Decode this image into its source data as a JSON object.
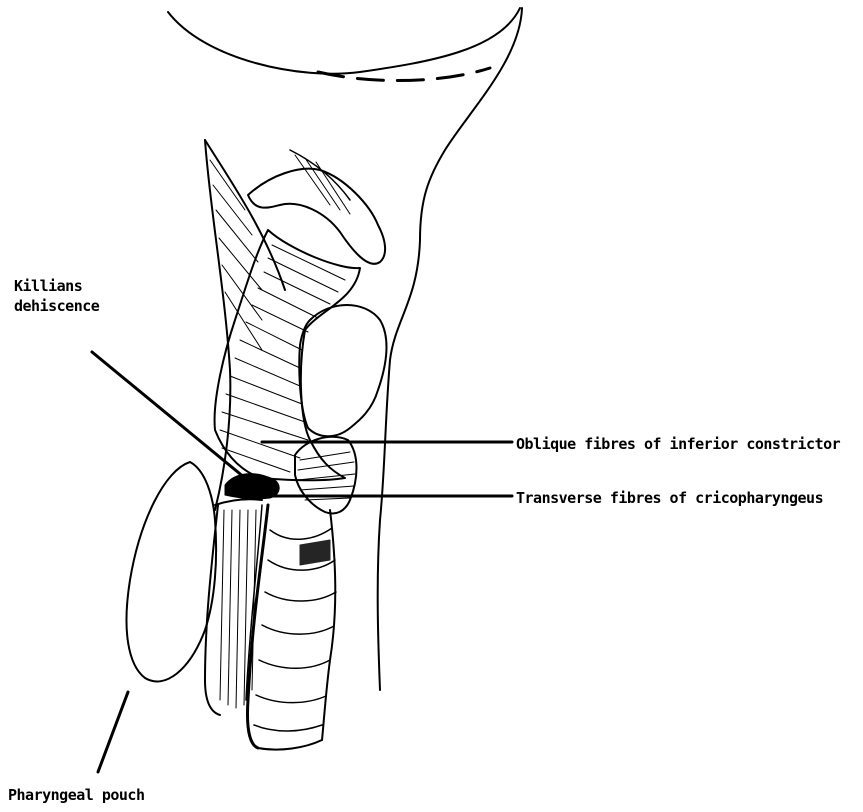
{
  "labels": {
    "killians_line1": "Killians",
    "killians_line2": "dehiscence",
    "oblique": "Oblique fibres of inferior constrictor",
    "transverse": "Transverse fibres of cricopharyngeus",
    "pouch": "Pharyngeal pouch"
  },
  "colors": {
    "ink": "#000000",
    "background": "#ffffff"
  }
}
